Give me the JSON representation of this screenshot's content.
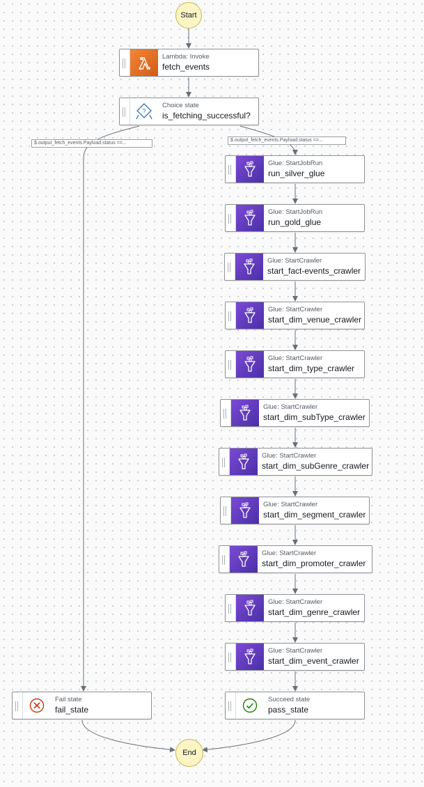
{
  "start_label": "Start",
  "end_label": "End",
  "conditions": [
    "$.output_fetch_events.Payload.status ==...",
    "$.output_fetch_events.Payload.status ==..."
  ],
  "states": {
    "fetch_events": {
      "type": "Lambda: Invoke",
      "name": "fetch_events",
      "icon": "lambda-icon"
    },
    "choice": {
      "type": "Choice state",
      "name": "is_fetching_successful?",
      "icon": "choice-icon"
    },
    "run_silver_glue": {
      "type": "Glue: StartJobRun",
      "name": "run_silver_glue",
      "icon": "glue-icon"
    },
    "run_gold_glue": {
      "type": "Glue: StartJobRun",
      "name": "run_gold_glue",
      "icon": "glue-icon"
    },
    "fact_events": {
      "type": "Glue: StartCrawler",
      "name": "start_fact-events_crawler",
      "icon": "glue-icon"
    },
    "dim_venue": {
      "type": "Glue: StartCrawler",
      "name": "start_dim_venue_crawler",
      "icon": "glue-icon"
    },
    "dim_type": {
      "type": "Glue: StartCrawler",
      "name": "start_dim_type_crawler",
      "icon": "glue-icon"
    },
    "dim_subType": {
      "type": "Glue: StartCrawler",
      "name": "start_dim_subType_crawler",
      "icon": "glue-icon"
    },
    "dim_subGenre": {
      "type": "Glue: StartCrawler",
      "name": "start_dim_subGenre_crawler",
      "icon": "glue-icon"
    },
    "dim_segment": {
      "type": "Glue: StartCrawler",
      "name": "start_dim_segment_crawler",
      "icon": "glue-icon"
    },
    "dim_promoter": {
      "type": "Glue: StartCrawler",
      "name": "start_dim_promoter_crawler",
      "icon": "glue-icon"
    },
    "dim_genre": {
      "type": "Glue: StartCrawler",
      "name": "start_dim_genre_crawler",
      "icon": "glue-icon"
    },
    "dim_event": {
      "type": "Glue: StartCrawler",
      "name": "start_dim_event_crawler",
      "icon": "glue-icon"
    },
    "fail": {
      "type": "Fail state",
      "name": "fail_state",
      "icon": "fail-icon"
    },
    "succeed": {
      "type": "Succeed state",
      "name": "pass_state",
      "icon": "succeed-icon"
    }
  },
  "colors": {
    "lambda": "#ed7100",
    "glue": "#6b3fcf",
    "terminal": "#fbf4c4",
    "fail": "#d13212",
    "succeed": "#1d8102",
    "edge": "#687078"
  }
}
